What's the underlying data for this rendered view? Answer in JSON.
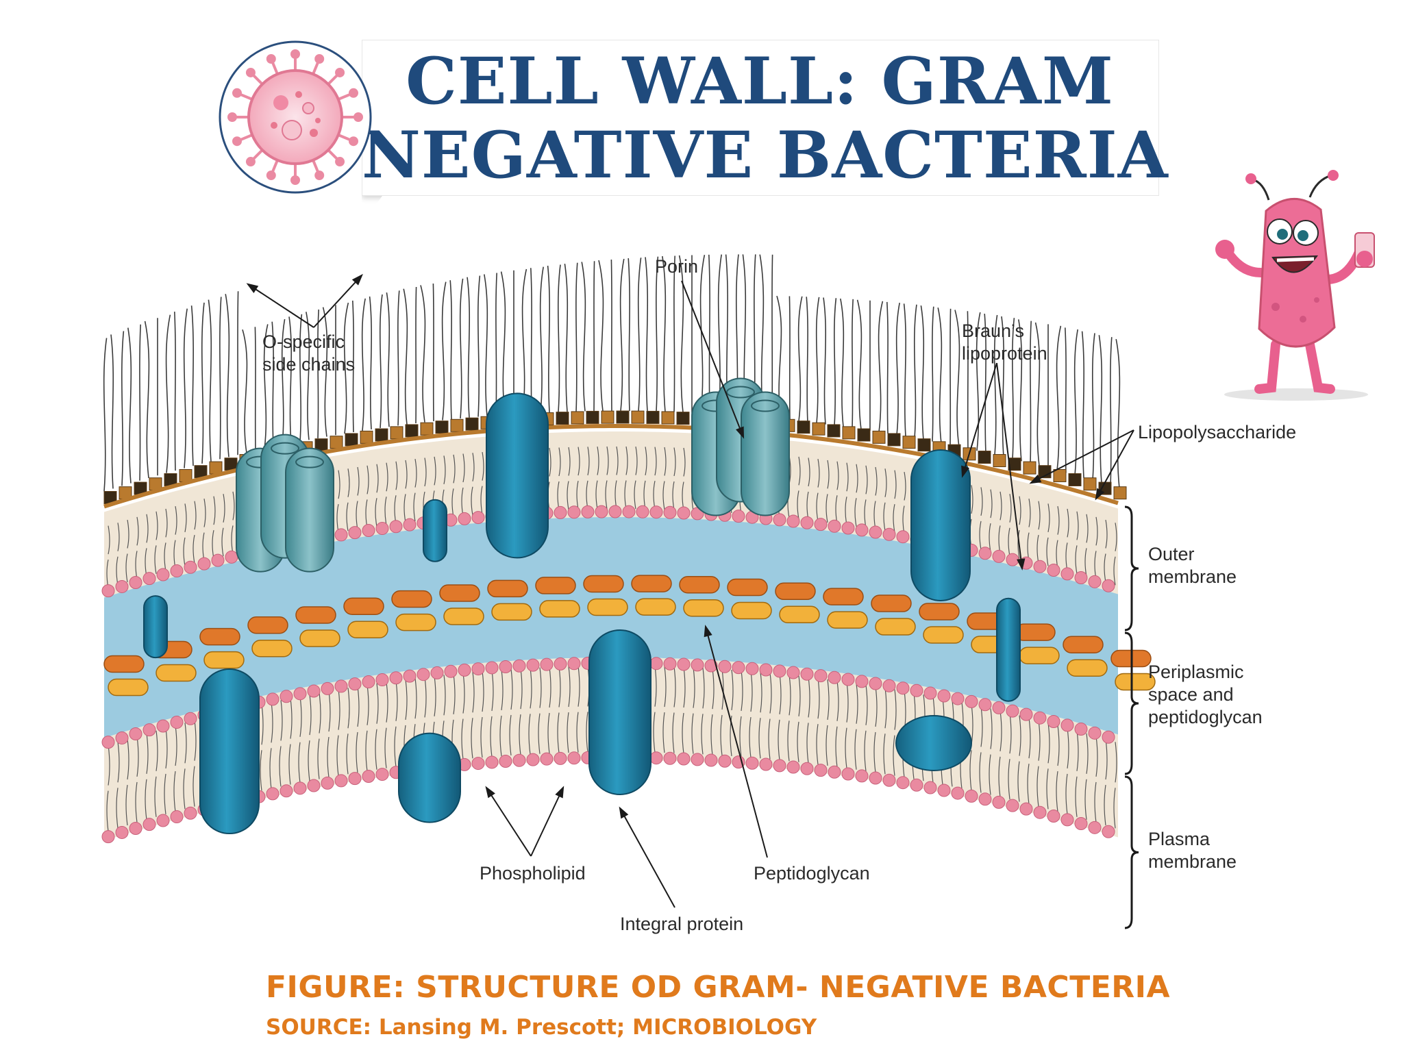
{
  "title": {
    "line1": "CELL WALL: GRAM",
    "line2": "NEGATIVE BACTERIA"
  },
  "labels": {
    "o_specific_1": "O-specific",
    "o_specific_2": "side chains",
    "porin": "Porin",
    "brauns_1": "Braun’s",
    "brauns_2": "lipoprotein",
    "lipopolysaccharide": "Lipopolysaccharide",
    "outer_membrane_1": "Outer",
    "outer_membrane_2": "membrane",
    "periplasmic_1": "Periplasmic",
    "periplasmic_2": "space and",
    "periplasmic_3": "peptidoglycan",
    "plasma_1": "Plasma",
    "plasma_2": "membrane",
    "phospholipid": "Phospholipid",
    "peptidoglycan": "Peptidoglycan",
    "integral_protein": "Integral protein"
  },
  "caption": {
    "figure": "FIGURE: STRUCTURE OD GRAM- NEGATIVE BACTERIA",
    "source": "SOURCE: Lansing M. Prescott; MICROBIOLOGY"
  },
  "colors": {
    "title": "#1f4a7c",
    "caption": "#e07a1c",
    "protein": "#1e7fa3",
    "porin": "#5fa3ad",
    "lipid_head": "#e98aa0",
    "periplasm": "#9ccbe0",
    "lps": "#b97a2e"
  },
  "icons": [
    "virus-logo-icon",
    "bacterium-mascot-icon"
  ]
}
